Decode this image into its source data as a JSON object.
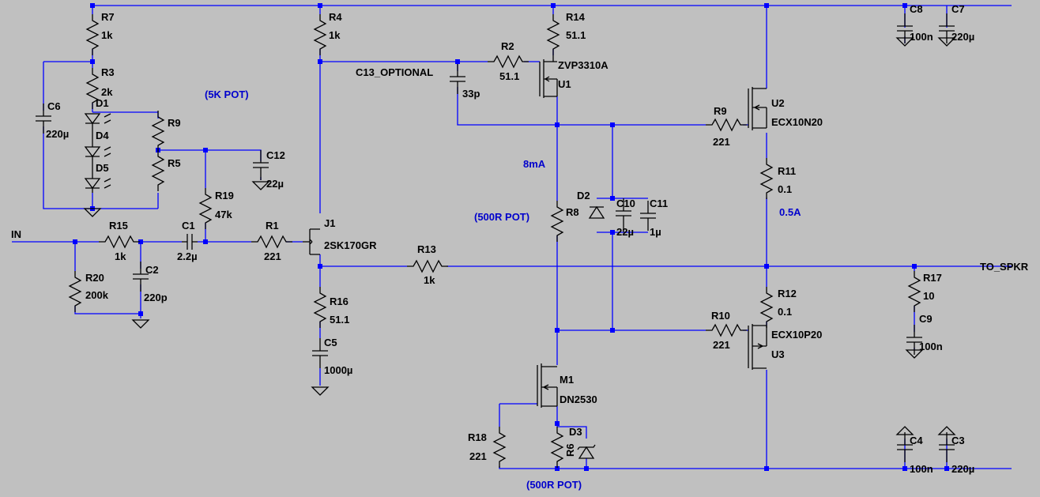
{
  "nets": {
    "input": "IN",
    "output": "TO_SPKR"
  },
  "notes": {
    "pot_5k": "(5K POT)",
    "pot_500r_mid": "(500R POT)",
    "pot_500r_bottom": "(500R POT)",
    "current_8ma": "8mA",
    "current_05a": "0.5A"
  },
  "components": {
    "R7": {
      "ref": "R7",
      "value": "1k"
    },
    "R3": {
      "ref": "R3",
      "value": "2k"
    },
    "C6": {
      "ref": "C6",
      "value": "220µ"
    },
    "D1": {
      "ref": "D1"
    },
    "D4": {
      "ref": "D4"
    },
    "D5": {
      "ref": "D5"
    },
    "R9a": {
      "ref": "R9"
    },
    "R5": {
      "ref": "R5"
    },
    "C12": {
      "ref": "C12",
      "value": "22µ"
    },
    "R19": {
      "ref": "R19",
      "value": "47k"
    },
    "R15": {
      "ref": "R15",
      "value": "1k"
    },
    "C2": {
      "ref": "C2",
      "value": "220p"
    },
    "R20": {
      "ref": "R20",
      "value": "200k"
    },
    "C1": {
      "ref": "C1",
      "value": "2.2µ"
    },
    "R1": {
      "ref": "R1",
      "value": "221"
    },
    "R4": {
      "ref": "R4",
      "value": "1k"
    },
    "J1": {
      "ref": "J1",
      "value": "2SK170GR"
    },
    "R16": {
      "ref": "R16",
      "value": "51.1"
    },
    "C5": {
      "ref": "C5",
      "value": "1000µ"
    },
    "R13": {
      "ref": "R13",
      "value": "1k"
    },
    "C13": {
      "ref": "C13_OPTIONAL",
      "value": "33p"
    },
    "R2": {
      "ref": "R2",
      "value": "51.1"
    },
    "R14": {
      "ref": "R14",
      "value": "51.1"
    },
    "U1": {
      "ref": "U1",
      "value": "ZVP3310A"
    },
    "R8": {
      "ref": "R8"
    },
    "D2": {
      "ref": "D2"
    },
    "C10": {
      "ref": "C10",
      "value": "22µ"
    },
    "C11": {
      "ref": "C11",
      "value": "1µ"
    },
    "M1": {
      "ref": "M1",
      "value": "DN2530"
    },
    "R18": {
      "ref": "R18",
      "value": "221"
    },
    "R6": {
      "ref": "R6"
    },
    "D3": {
      "ref": "D3"
    },
    "R9b": {
      "ref": "R9",
      "value": "221"
    },
    "U2": {
      "ref": "U2",
      "value": "ECX10N20"
    },
    "R11": {
      "ref": "R11",
      "value": "0.1"
    },
    "R12": {
      "ref": "R12",
      "value": "0.1"
    },
    "R10": {
      "ref": "R10",
      "value": "221"
    },
    "U3": {
      "ref": "U3",
      "value": "ECX10P20"
    },
    "R17": {
      "ref": "R17",
      "value": "10"
    },
    "C9": {
      "ref": "C9",
      "value": "100n"
    },
    "C8": {
      "ref": "C8",
      "value": "100n"
    },
    "C7": {
      "ref": "C7",
      "value": "220µ"
    },
    "C4": {
      "ref": "C4",
      "value": "100n"
    },
    "C3": {
      "ref": "C3",
      "value": "220µ"
    }
  }
}
